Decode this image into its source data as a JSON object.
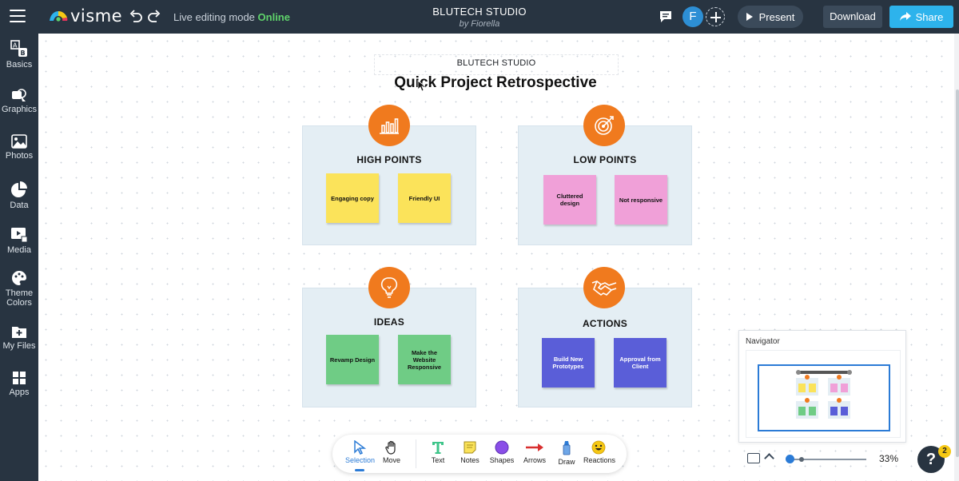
{
  "header": {
    "logo_text": "visme",
    "live_mode_label": "Live editing mode",
    "live_status": "Online",
    "doc_title": "BLUTECH STUDIO",
    "doc_author": "by Fiorella",
    "avatar_initial": "F",
    "present_label": "Present",
    "download_label": "Download",
    "share_label": "Share"
  },
  "sidebar": {
    "items": [
      {
        "label": "Basics",
        "icon": "basics-icon"
      },
      {
        "label": "Graphics",
        "icon": "graphics-icon"
      },
      {
        "label": "Photos",
        "icon": "photos-icon"
      },
      {
        "label": "Data",
        "icon": "pie-chart-icon"
      },
      {
        "label": "Media",
        "icon": "media-icon"
      },
      {
        "label": "Theme",
        "label2": "Colors",
        "icon": "palette-icon"
      },
      {
        "label": "My Files",
        "icon": "folder-icon"
      },
      {
        "label": "Apps",
        "icon": "apps-grid-icon"
      }
    ]
  },
  "board": {
    "company": "BLUTECH STUDIO",
    "title": "Quick Project Retrospective",
    "panels": [
      {
        "title": "HIGH POINTS",
        "icon": "bar-chart-icon",
        "notes": [
          "Engaging copy",
          "Friendly UI"
        ]
      },
      {
        "title": "LOW POINTS",
        "icon": "target-icon",
        "notes": [
          "Cluttered design",
          "Not responsive"
        ]
      },
      {
        "title": "IDEAS",
        "icon": "lightbulb-icon",
        "notes": [
          "Revamp Design",
          "Make the Website Responsive"
        ]
      },
      {
        "title": "ACTIONS",
        "icon": "handshake-icon",
        "notes": [
          "Build New Prototypes",
          "Approval from Client"
        ]
      }
    ]
  },
  "toolbar": {
    "tools": [
      "Selection",
      "Move",
      "Text",
      "Notes",
      "Shapes",
      "Arrows",
      "Draw",
      "Reactions"
    ],
    "active": "Selection"
  },
  "navigator": {
    "title": "Navigator",
    "zoom": "33%"
  },
  "help": {
    "label": "?",
    "badge_count": "2"
  },
  "colors": {
    "topbar": "#283441",
    "accent_orange": "#f07a1e",
    "share_blue": "#2db3ec",
    "online_green": "#5fd36b",
    "note_yellow": "#fbe35a",
    "note_pink": "#f0a0d8",
    "note_green": "#6fcc85",
    "note_blue": "#5a5ed8"
  }
}
